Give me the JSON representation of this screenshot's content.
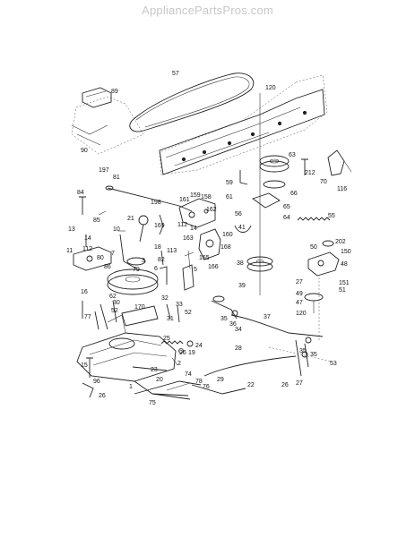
{
  "watermark": "AppliancePartsPros.com",
  "callouts": [
    {
      "id": "c57",
      "text": "57"
    },
    {
      "id": "c89",
      "text": "89"
    },
    {
      "id": "c120a",
      "text": "120"
    },
    {
      "id": "c90",
      "text": "90"
    },
    {
      "id": "c63",
      "text": "63"
    },
    {
      "id": "c212",
      "text": "212"
    },
    {
      "id": "c70",
      "text": "70"
    },
    {
      "id": "c116",
      "text": "116"
    },
    {
      "id": "c197",
      "text": "197"
    },
    {
      "id": "c81",
      "text": "81"
    },
    {
      "id": "c59",
      "text": "59"
    },
    {
      "id": "c61",
      "text": "61"
    },
    {
      "id": "c66",
      "text": "66"
    },
    {
      "id": "c84",
      "text": "84"
    },
    {
      "id": "c198",
      "text": "198"
    },
    {
      "id": "c161",
      "text": "161"
    },
    {
      "id": "c159",
      "text": "159"
    },
    {
      "id": "c158",
      "text": "158"
    },
    {
      "id": "c85",
      "text": "85"
    },
    {
      "id": "c162",
      "text": "162"
    },
    {
      "id": "c56",
      "text": "56"
    },
    {
      "id": "c65",
      "text": "65"
    },
    {
      "id": "c64",
      "text": "64"
    },
    {
      "id": "c55",
      "text": "55"
    },
    {
      "id": "c21",
      "text": "21"
    },
    {
      "id": "c112a",
      "text": "112"
    },
    {
      "id": "c169",
      "text": "169"
    },
    {
      "id": "c14",
      "text": "14"
    },
    {
      "id": "c41",
      "text": "41"
    },
    {
      "id": "c13",
      "text": "13"
    },
    {
      "id": "c10",
      "text": "10"
    },
    {
      "id": "c14b",
      "text": "14"
    },
    {
      "id": "c160",
      "text": "160"
    },
    {
      "id": "c163",
      "text": "163"
    },
    {
      "id": "c50",
      "text": "50"
    },
    {
      "id": "c202",
      "text": "202"
    },
    {
      "id": "c150",
      "text": "150"
    },
    {
      "id": "c112b",
      "text": "112"
    },
    {
      "id": "c18",
      "text": "18"
    },
    {
      "id": "c113",
      "text": "113"
    },
    {
      "id": "c168",
      "text": "168"
    },
    {
      "id": "c7",
      "text": "7"
    },
    {
      "id": "c11",
      "text": "11"
    },
    {
      "id": "c3",
      "text": "3"
    },
    {
      "id": "c82",
      "text": "82"
    },
    {
      "id": "c165",
      "text": "165"
    },
    {
      "id": "c48",
      "text": "48"
    },
    {
      "id": "c80",
      "text": "80"
    },
    {
      "id": "c86",
      "text": "86"
    },
    {
      "id": "c6",
      "text": "6"
    },
    {
      "id": "c166",
      "text": "166"
    },
    {
      "id": "c38",
      "text": "38"
    },
    {
      "id": "c27a",
      "text": "27"
    },
    {
      "id": "c79",
      "text": "79"
    },
    {
      "id": "c5",
      "text": "5"
    },
    {
      "id": "c39",
      "text": "39"
    },
    {
      "id": "c151",
      "text": "151"
    },
    {
      "id": "c51",
      "text": "51"
    },
    {
      "id": "c16",
      "text": "16"
    },
    {
      "id": "c49",
      "text": "49"
    },
    {
      "id": "c47",
      "text": "47"
    },
    {
      "id": "c62",
      "text": "62"
    },
    {
      "id": "c32",
      "text": "32"
    },
    {
      "id": "c30",
      "text": "30"
    },
    {
      "id": "c170",
      "text": "170"
    },
    {
      "id": "c52a",
      "text": "52"
    },
    {
      "id": "c33",
      "text": "33"
    },
    {
      "id": "c52b",
      "text": "52"
    },
    {
      "id": "c35a",
      "text": "35"
    },
    {
      "id": "c36",
      "text": "36"
    },
    {
      "id": "c37",
      "text": "37"
    },
    {
      "id": "c120b",
      "text": "120"
    },
    {
      "id": "c77",
      "text": "77"
    },
    {
      "id": "c31",
      "text": "31"
    },
    {
      "id": "c34",
      "text": "34"
    },
    {
      "id": "c25",
      "text": "25"
    },
    {
      "id": "c24",
      "text": "24"
    },
    {
      "id": "c19",
      "text": "19"
    },
    {
      "id": "c26a",
      "text": "26"
    },
    {
      "id": "c2",
      "text": "2"
    },
    {
      "id": "c28",
      "text": "28"
    },
    {
      "id": "c35b",
      "text": "35"
    },
    {
      "id": "c35c",
      "text": "35"
    },
    {
      "id": "c53",
      "text": "53"
    },
    {
      "id": "c15",
      "text": "15"
    },
    {
      "id": "c23",
      "text": "23"
    },
    {
      "id": "c74",
      "text": "74"
    },
    {
      "id": "c20",
      "text": "20"
    },
    {
      "id": "c96",
      "text": "96"
    },
    {
      "id": "c1",
      "text": "1"
    },
    {
      "id": "c78",
      "text": "78"
    },
    {
      "id": "c29",
      "text": "29"
    },
    {
      "id": "c22",
      "text": "22"
    },
    {
      "id": "c26b",
      "text": "26"
    },
    {
      "id": "c27b",
      "text": "27"
    },
    {
      "id": "c26c",
      "text": "26"
    },
    {
      "id": "c76",
      "text": "76"
    },
    {
      "id": "c75",
      "text": "75"
    }
  ]
}
